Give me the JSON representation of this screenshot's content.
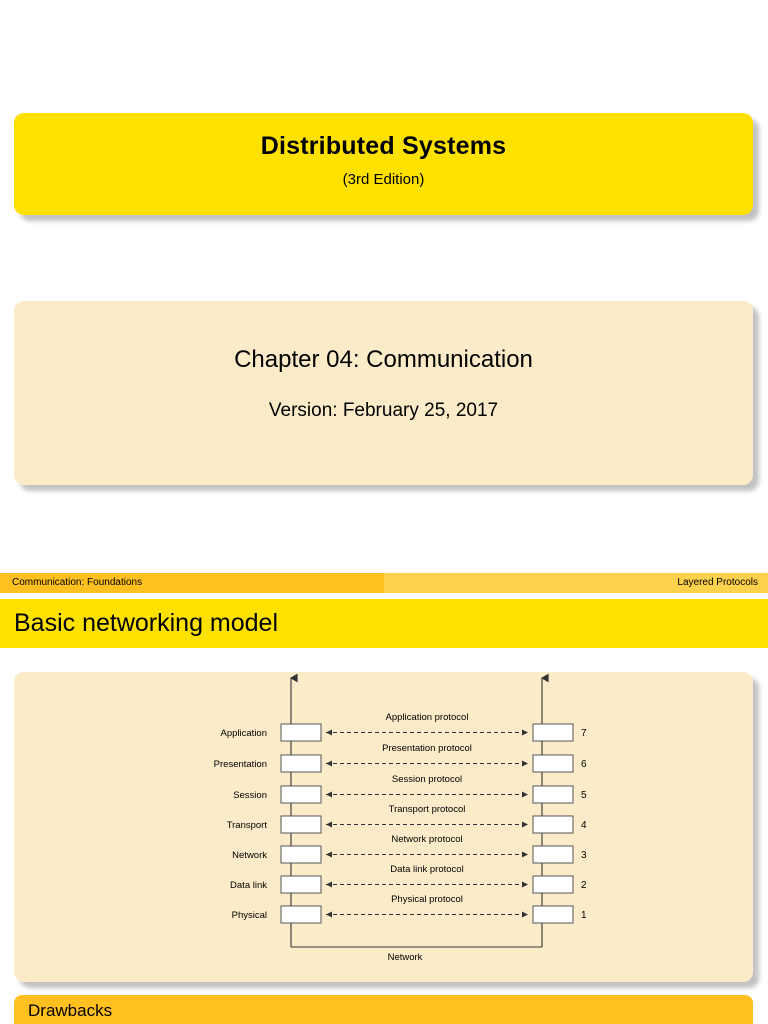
{
  "title_slide": {
    "title": "Distributed Systems",
    "subtitle": "(3rd Edition)",
    "chapter": "Chapter 04: Communication",
    "version": "Version: February 25, 2017"
  },
  "content_slide": {
    "header_left": "Communication:  Foundations",
    "header_right": "Layered Protocols",
    "heading": "Basic networking model",
    "drawbacks": "Drawbacks"
  },
  "chart_data": {
    "type": "diagram",
    "title": "Basic networking model",
    "layers": [
      {
        "name": "Application",
        "protocol": "Application protocol",
        "number": "7"
      },
      {
        "name": "Presentation",
        "protocol": "Presentation protocol",
        "number": "6"
      },
      {
        "name": "Session",
        "protocol": "Session protocol",
        "number": "5"
      },
      {
        "name": "Transport",
        "protocol": "Transport protocol",
        "number": "4"
      },
      {
        "name": "Network",
        "protocol": "Network protocol",
        "number": "3"
      },
      {
        "name": "Data link",
        "protocol": "Data link protocol",
        "number": "2"
      },
      {
        "name": "Physical",
        "protocol": "Physical protocol",
        "number": "1"
      }
    ],
    "bottom_label": "Network"
  },
  "colors": {
    "title_card": "#FFE100",
    "chapter_card": "#FCEBC8",
    "header_bar_left": "#FFC020",
    "header_bar_right": "#FFD24D",
    "heading_bar": "#FFE100",
    "figure_card": "#FCEBC8",
    "drawbacks_bar": "#FFC020"
  }
}
